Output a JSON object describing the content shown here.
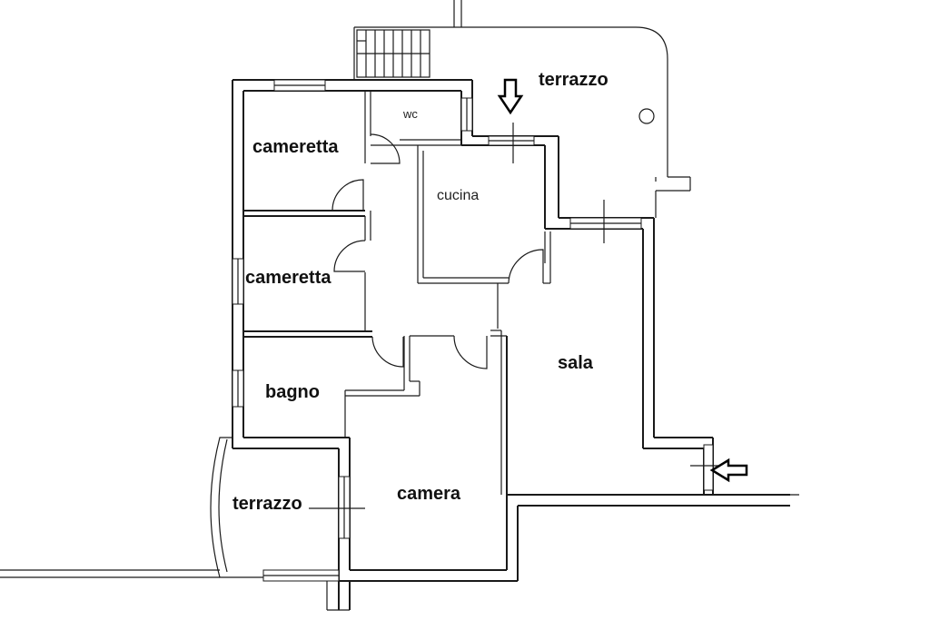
{
  "rooms": {
    "terrazzo_top": "terrazzo",
    "wc": "wc",
    "cameretta_1": "cameretta",
    "cucina": "cucina",
    "cameretta_2": "cameretta",
    "sala": "sala",
    "bagno": "bagno",
    "camera": "camera",
    "terrazzo_bottom": "terrazzo"
  },
  "icons": {
    "entrance_top": "down-arrow-icon",
    "entrance_right": "left-arrow-icon"
  }
}
